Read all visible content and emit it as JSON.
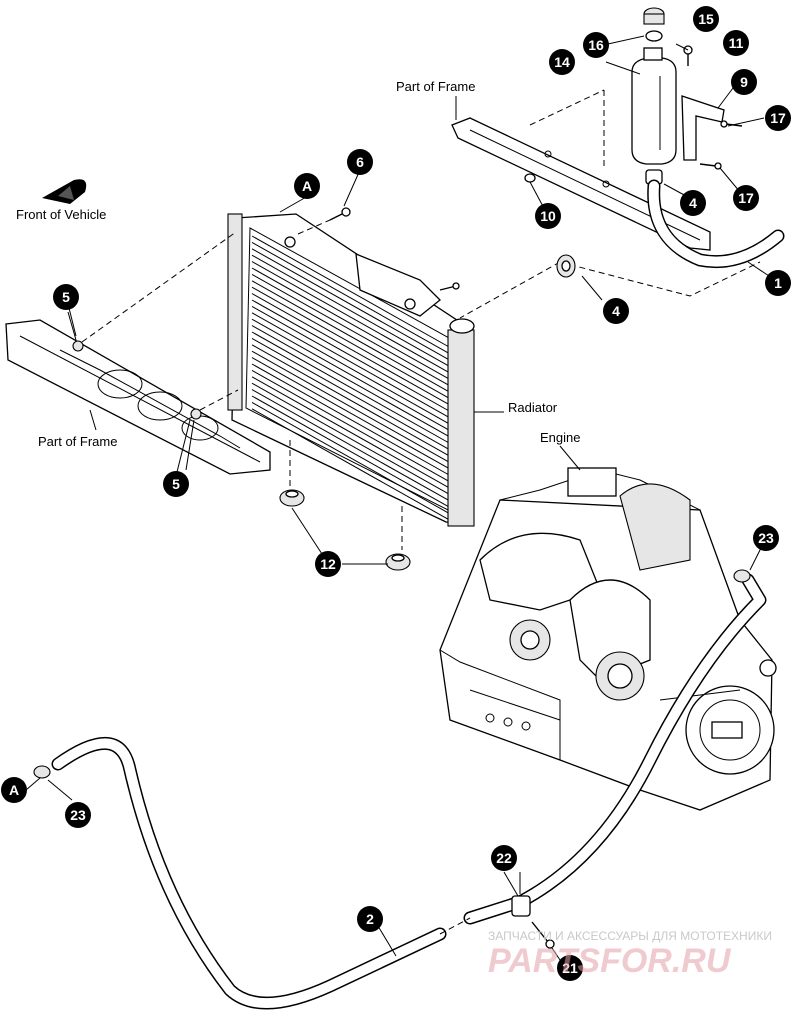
{
  "labels": {
    "front_of_vehicle": "Front of Vehicle",
    "part_of_frame_top": "Part of Frame",
    "part_of_frame_left": "Part of Frame",
    "radiator": "Radiator",
    "engine": "Engine"
  },
  "callouts": {
    "c1": "1",
    "c2": "2",
    "c4a": "4",
    "c4b": "4",
    "c5a": "5",
    "c5b": "5",
    "c6": "6",
    "c9": "9",
    "c10": "10",
    "c11": "11",
    "c12": "12",
    "c14": "14",
    "c15": "15",
    "c16": "16",
    "c17a": "17",
    "c17b": "17",
    "c21": "21",
    "c22": "22",
    "c23a": "23",
    "c23b": "23",
    "ca1": "A",
    "ca2": "A"
  },
  "watermark": {
    "tagline": "ЗАПЧАСТИ И АКСЕССУАРЫ ДЛЯ МОТОТЕХНИКИ",
    "logo": "PARTSFOR.RU",
    "color": "#e3a0a8"
  }
}
